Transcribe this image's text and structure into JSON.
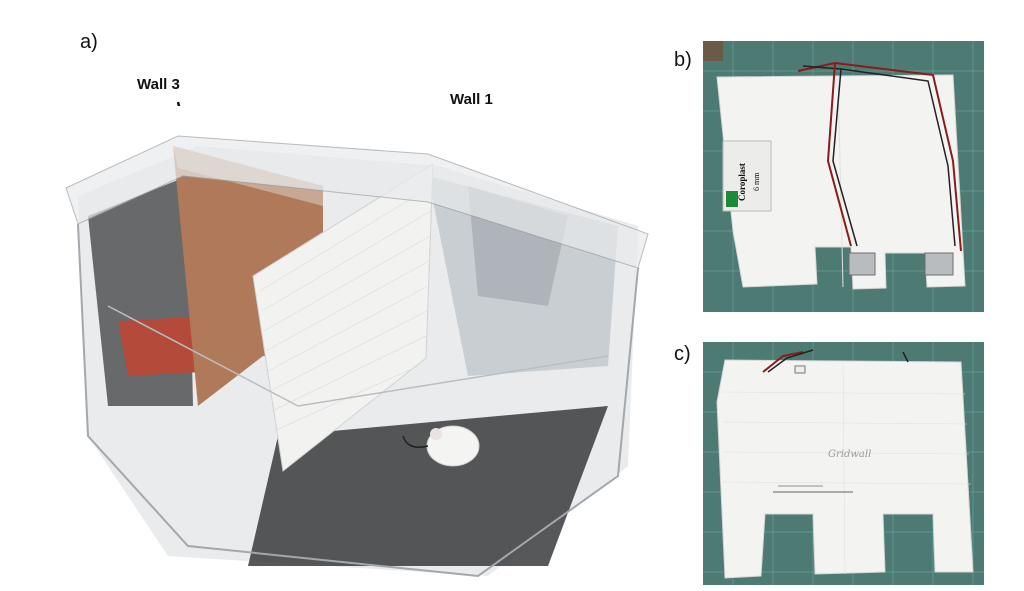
{
  "figure": {
    "panel_a": {
      "label": "a)"
    },
    "panel_b": {
      "label": "b)"
    },
    "panel_c": {
      "label": "c)"
    }
  },
  "callouts": {
    "wall3": "Wall 3",
    "wall1": "Wall 1"
  },
  "board_b": {
    "brand_text": "Coroplast",
    "thickness_text": "6 mm"
  },
  "board_c": {
    "handwritten_label": "Gridwall"
  },
  "colors": {
    "mat_green": "#4d7a73",
    "mat_grid": "#6aa6a2",
    "board_white": "#f3f3f1",
    "cardboard": "#b07a5a",
    "wire_red": "#8b1a1a",
    "wire_black": "#222222",
    "coroplast_green": "#1d8a3a"
  }
}
